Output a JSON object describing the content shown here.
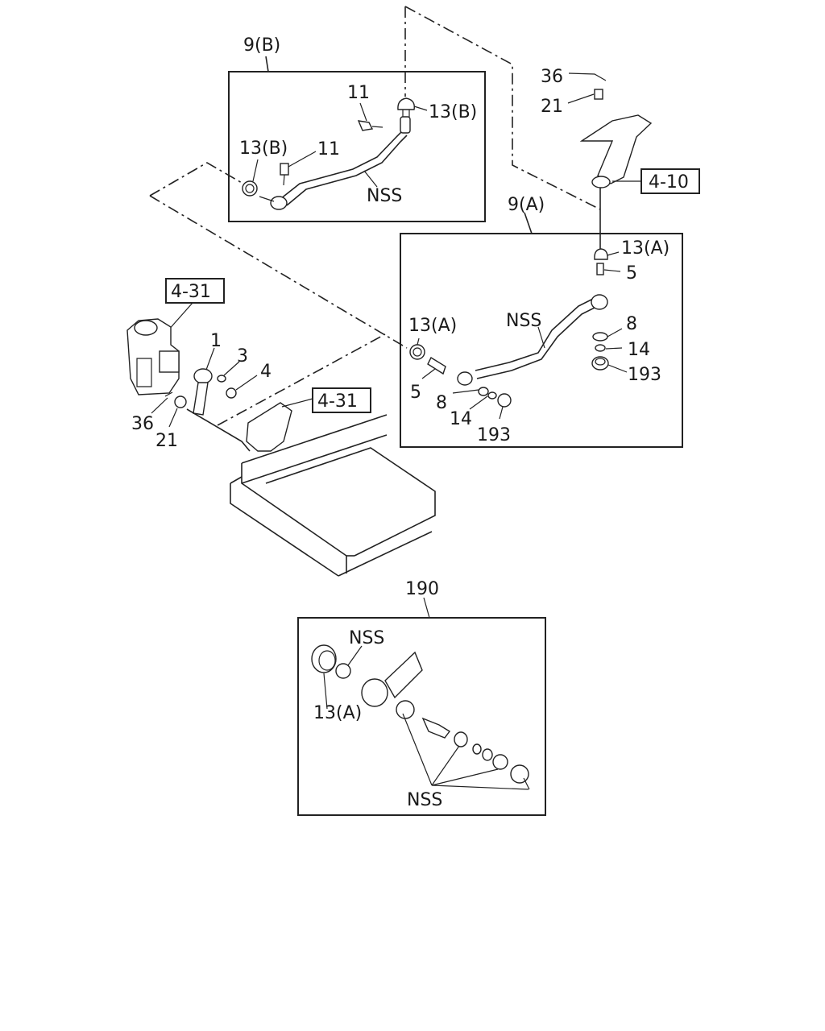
{
  "labels": {
    "l_9b": "9(B)",
    "l_11_top": "11",
    "l_13b_top": "13(B)",
    "l_13b_left": "13(B)",
    "l_11_mid": "11",
    "l_nss_b": "NSS",
    "l_36_top": "36",
    "l_21_top": "21",
    "l_4_10": "4-10",
    "l_9a": "9(A)",
    "l_13a_top": "13(A)",
    "l_5_top": "5",
    "l_nss_a": "NSS",
    "l_8_right": "8",
    "l_14_right": "14",
    "l_193_right": "193",
    "l_13a_left": "13(A)",
    "l_5_left": "5",
    "l_8_left": "8",
    "l_14_left": "14",
    "l_193_left": "193",
    "l_4_31_top": "4-31",
    "l_1": "1",
    "l_3": "3",
    "l_4": "4",
    "l_4_31_mid": "4-31",
    "l_36_bot": "36",
    "l_21_bot": "21",
    "l_190": "190",
    "l_nss_k1": "NSS",
    "l_13a_kit": "13(A)",
    "l_nss_k2": "NSS"
  }
}
